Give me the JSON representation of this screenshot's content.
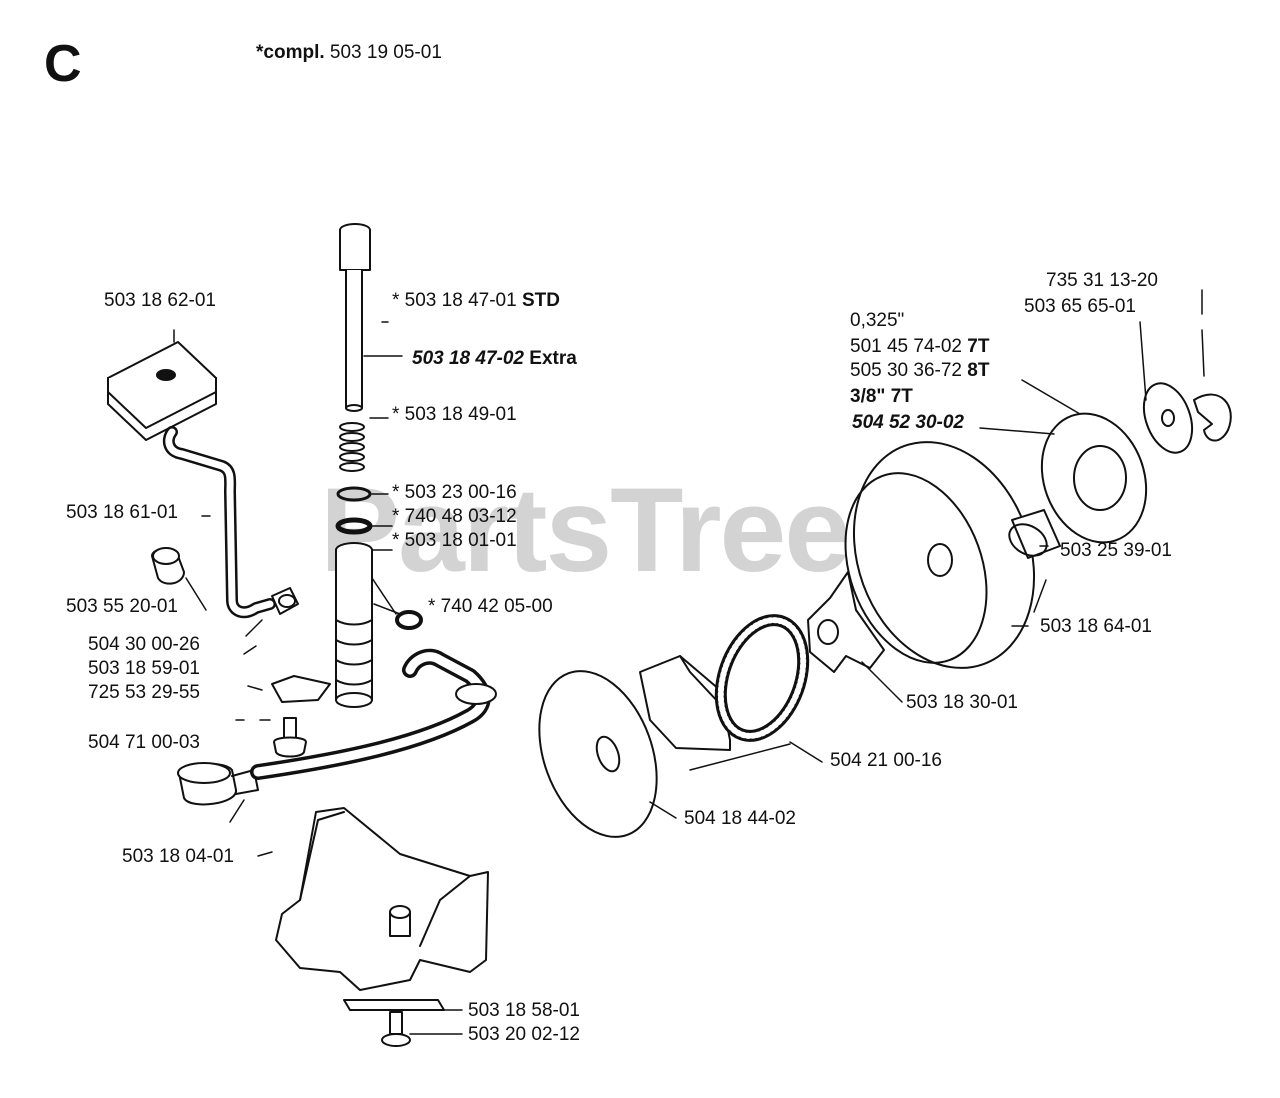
{
  "section_letter": "C",
  "assembly": {
    "prefix": "*compl.",
    "number": "503 19 05-01"
  },
  "watermark": {
    "text": "PartsTree",
    "mark": "TM"
  },
  "labels": {
    "l_503_18_62_01": "503 18 62-01",
    "l_503_18_61_01": "503 18 61-01",
    "l_503_55_20_01": "503 55 20-01",
    "l_504_30_00_26": "504 30 00-26",
    "l_503_18_59_01": "503 18 59-01",
    "l_725_53_29_55": "725 53 29-55",
    "l_504_71_00_03": "504 71 00-03",
    "l_503_18_04_01": "503 18 04-01",
    "l_std_num": "* 503 18 47-01",
    "l_std_tag": "STD",
    "l_extra_num": "503 18 47-02",
    "l_extra_tag": "Extra",
    "l_503_18_49_01": "* 503 18 49-01",
    "l_503_23_00_16": "* 503 23 00-16",
    "l_740_48_03_12": "* 740 48 03-12",
    "l_503_18_01_01": "* 503 18 01-01",
    "l_740_42_05_00": "* 740 42 05-00",
    "l_503_18_58_01": "503 18 58-01",
    "l_503_20_02_12": "503 20 02-12",
    "l_735_31_13_20": "735 31 13-20",
    "l_503_65_65_01": "503 65 65-01",
    "l_pitch_0325": "0,325\"",
    "l_501_num": "501 45 74-02",
    "l_501_tag": "7T",
    "l_505_num": "505 30 36-72",
    "l_505_tag": "8T",
    "l_pitch_38": "3/8\" 7T",
    "l_504_52_30_02": "504 52 30-02",
    "l_503_25_39_01": "503 25 39-01",
    "l_503_18_64_01": "503 18 64-01",
    "l_503_18_30_01": "503 18 30-01",
    "l_504_21_00_16": "504 21 00-16",
    "l_504_18_44_02": "504 18 44-02"
  },
  "colors": {
    "ink": "#111111",
    "watermark": "#b0b0b0"
  }
}
